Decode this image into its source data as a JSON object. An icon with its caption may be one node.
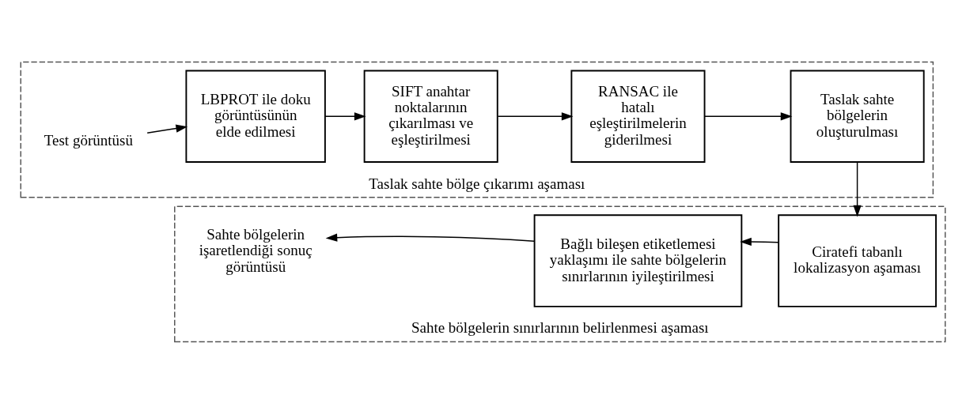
{
  "diagram": {
    "nodes": [
      {
        "text": [
          "Taslak sahte bölge çıkarımı aşaması"
        ]
      },
      {
        "text": [
          "Test görüntüsü"
        ],
        "in": 0
      },
      {
        "text": [
          "LBPROT ile doku görüntüsünün elde edilmesi"
        ],
        "in": 0
      },
      {
        "text": [
          "SIFT anahtar noktalarının çıkarılması ve eşleştirilmesi"
        ],
        "in": 0
      },
      {
        "text": [
          "RANSAC ile hatalı eşleştirilmelerin giderilmesi"
        ],
        "in": 0
      },
      {
        "text": [
          "Taslak sahte bölgelerin oluşturulması"
        ],
        "in": 0
      },
      {
        "text": [
          "Sahte bölgelerin sınırlarının belirlenmesi aşaması"
        ]
      },
      {
        "text": [
          "Sahte bölgelerin işaretlendiği sonuç görüntüsü"
        ],
        "in": 6
      },
      {
        "text": [
          "Bağlı bileşen etiketlemesi yaklaşımı ile sahte bölgelerin sınırlarının iyileştirilmesi"
        ],
        "in": 6
      },
      {
        "text": [
          "Ciratefi tabanlı lokalizasyon aşaması"
        ],
        "in": 6
      }
    ],
    "edges": [
      {
        "from": 1,
        "to": 2,
        "arrow": "to"
      },
      {
        "from": 2,
        "to": 3,
        "arrow": "to"
      },
      {
        "from": 3,
        "to": 4,
        "arrow": "to"
      },
      {
        "from": 4,
        "to": 5,
        "arrow": "to"
      },
      {
        "from": 5,
        "to": 9,
        "arrow": "to"
      },
      {
        "from": 9,
        "to": 8,
        "arrow": "to"
      },
      {
        "from": 8,
        "to": 7,
        "arrow": "to"
      }
    ]
  }
}
